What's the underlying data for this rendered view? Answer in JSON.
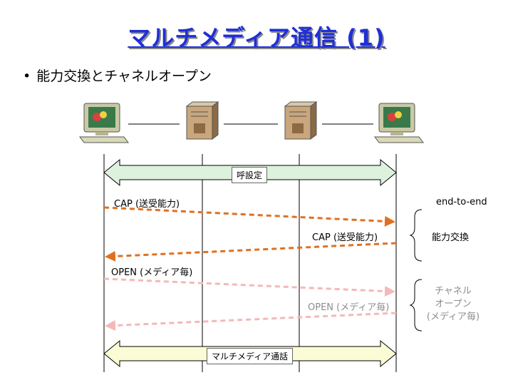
{
  "title": "マルチメディア通信 (1)",
  "bullet": "能力交換とチャネルオープン",
  "messages": {
    "call_setup": "呼設定",
    "cap_left": "CAP (送受能力)",
    "cap_right": "CAP (送受能力)",
    "open_left": "OPEN (メディア毎)",
    "open_right": "OPEN (メディア毎)",
    "mm_call": "マルチメディア通話"
  },
  "side": {
    "end_to_end": "end-to-end",
    "cap_exchange": "能力交換",
    "channel_open_1": "チャネル",
    "channel_open_2": "オープン",
    "channel_open_3": "(メディア毎)"
  },
  "colors": {
    "title": "#1f2fd8",
    "call_setup_arrow": "#ddf2dd",
    "mm_call_arrow": "#fbfbd5",
    "cap_dashed": "#e07020",
    "open_dashed": "#f4b8b8"
  },
  "icons": [
    "computer-icon",
    "server-icon",
    "server-icon",
    "computer-icon"
  ]
}
